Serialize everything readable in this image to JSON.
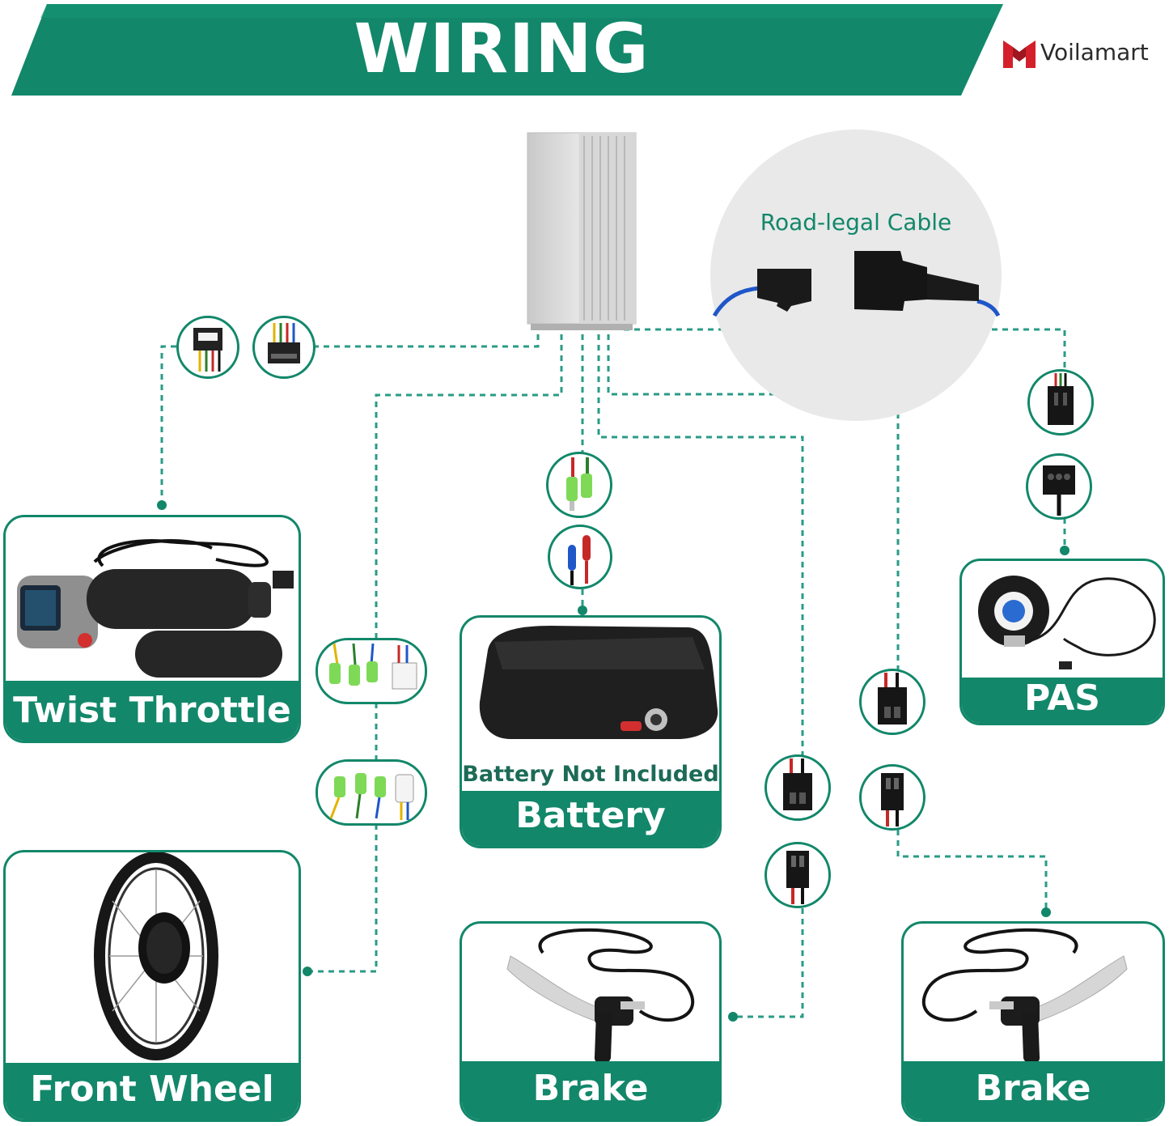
{
  "title": "WIRING DIAGRAM",
  "brand": {
    "name": "Voilamart",
    "logo_icon": "voilamart-logo-icon"
  },
  "detail": {
    "title": "Road-legal Cable"
  },
  "components": {
    "throttle": {
      "label": "Twist Throttle"
    },
    "battery": {
      "label": "Battery",
      "note": "Battery Not Included"
    },
    "pas": {
      "label": "PAS"
    },
    "front_wheel": {
      "label": "Front Wheel"
    },
    "brake_left": {
      "label": "Brake"
    },
    "brake_right": {
      "label": "Brake"
    }
  },
  "colors": {
    "accent": "#12876a",
    "accent_dark": "#0b6f55",
    "wire_dash": "#2a9b86",
    "white": "#ffffff"
  }
}
